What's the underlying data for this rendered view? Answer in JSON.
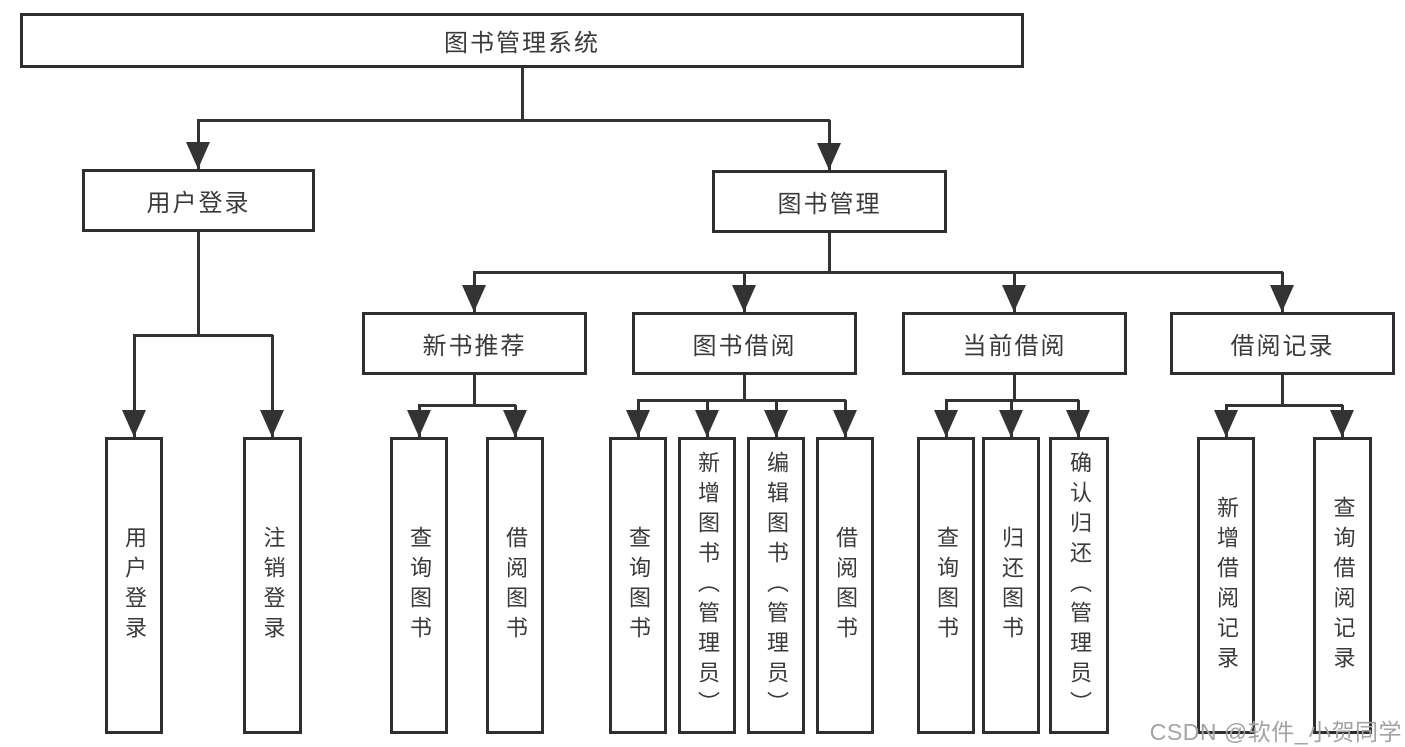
{
  "nodes": {
    "root": "图书管理系统",
    "user_login": "用户登录",
    "book_mgmt": "图书管理",
    "new_book_rec": "新书推荐",
    "book_borrow": "图书借阅",
    "current_borrow": "当前借阅",
    "borrow_record": "借阅记录",
    "login": "用户登录",
    "logout": "注销登录",
    "rec_query_book": "查询图书",
    "rec_borrow_book": "借阅图书",
    "bb_query_book": "查询图书",
    "bb_add_book": "新增图书（管理员）",
    "bb_edit_book": "编辑图书（管理员）",
    "bb_borrow_book": "借阅图书",
    "cb_query_book": "查询图书",
    "cb_return_book": "归还图书",
    "cb_confirm_return": "确认归还（管理员）",
    "br_add_record": "新增借阅记录",
    "br_query_record": "查询借阅记录"
  },
  "hierarchy": {
    "root": [
      "user_login",
      "book_mgmt"
    ],
    "user_login": [
      "login",
      "logout"
    ],
    "book_mgmt": [
      "new_book_rec",
      "book_borrow",
      "current_borrow",
      "borrow_record"
    ],
    "new_book_rec": [
      "rec_query_book",
      "rec_borrow_book"
    ],
    "book_borrow": [
      "bb_query_book",
      "bb_add_book",
      "bb_edit_book",
      "bb_borrow_book"
    ],
    "current_borrow": [
      "cb_query_book",
      "cb_return_book",
      "cb_confirm_return"
    ],
    "borrow_record": [
      "br_add_record",
      "br_query_record"
    ]
  },
  "watermark": "CSDN @软件_小贺同学",
  "colors": {
    "line": "#333333",
    "box_border": "#2e2e2e",
    "text": "#3a3a3a",
    "watermark": "#a6a2a2",
    "background": "#ffffff"
  }
}
